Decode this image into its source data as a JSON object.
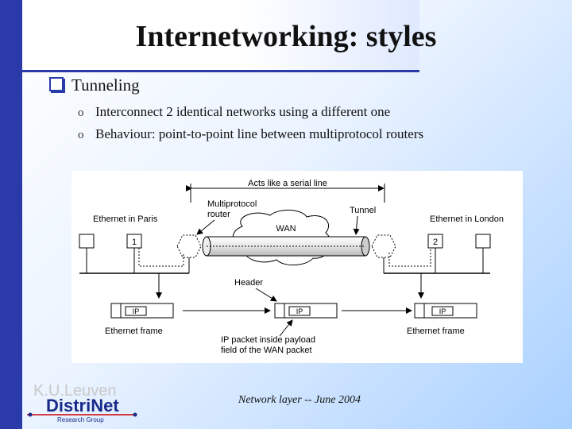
{
  "slide": {
    "title": "Internetworking: styles",
    "bullet": "Tunneling",
    "subbullets": [
      "Interconnect 2 identical networks using a different one",
      "Behaviour: point-to-point line between multiprotocol routers"
    ],
    "sub_marker": "o",
    "footer": "Network layer -- June 2004"
  },
  "diagram": {
    "acts_like": "Acts like a serial line",
    "multiprotocol_router": [
      "Multiprotocol",
      "router"
    ],
    "tunnel": "Tunnel",
    "wan": "WAN",
    "ethernet_paris": "Ethernet in Paris",
    "ethernet_london": "Ethernet in London",
    "router_left_num": "1",
    "router_right_num": "2",
    "header": "Header",
    "ip_label": "IP",
    "ethernet_frame": "Ethernet frame",
    "ip_packet": [
      "IP packet inside payload",
      "field of the WAN packet"
    ]
  },
  "logo": {
    "kuleuven": "K.U.Leuven",
    "name": "DistriNet",
    "group": "Research Group"
  },
  "colors": {
    "accent": "#2a3aa8",
    "tunnel": "#d9d9d9"
  }
}
